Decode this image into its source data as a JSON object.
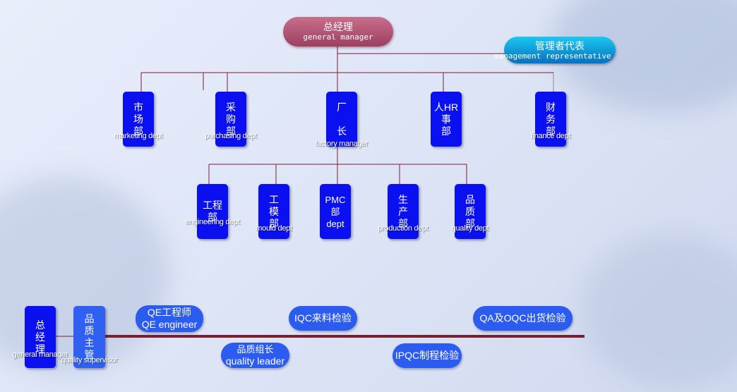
{
  "top": {
    "gm_zh": "总经理",
    "gm_en": "general manager",
    "rep_zh": "管理者代表",
    "rep_en": "management representative"
  },
  "departments": [
    {
      "zh": "市\n场\n部",
      "en": "marketing dept"
    },
    {
      "zh": "采\n购\n部",
      "en": "purchasing dept"
    },
    {
      "zh": "厂\n\n长",
      "en": "factory manager"
    },
    {
      "zh": "人HR\n事\n部",
      "en": ""
    },
    {
      "zh": "财\n务\n部",
      "en": "finance dept"
    }
  ],
  "sub_departments": [
    {
      "zh": "工程\n部",
      "en": "engineering dept"
    },
    {
      "zh": "工\n模\n部",
      "en": "mould  dept"
    },
    {
      "zh": "PMC\n部\ndept",
      "en": ""
    },
    {
      "zh": "生\n产\n部",
      "en": "production dept"
    },
    {
      "zh": "品\n质\n部",
      "en": "quality dept"
    }
  ],
  "quality": {
    "gm_zh": "总\n经\n理",
    "gm_en": "general manager",
    "sup_zh": "品\n质\n主\n管",
    "sup_en": "quality supervisor",
    "qe_l1": "QE工程师",
    "qe_l2": "QE engineer",
    "leader_l1": "品质组长",
    "leader_l2": "quality leader",
    "iqc": "IQC来料检验",
    "ipqc": "IPQC制程检验",
    "oqc": "QA及OQC出货检验"
  },
  "colors": {
    "box": "#0a10f0",
    "line": "#7a1f30",
    "pill": "#2c5bf0"
  }
}
